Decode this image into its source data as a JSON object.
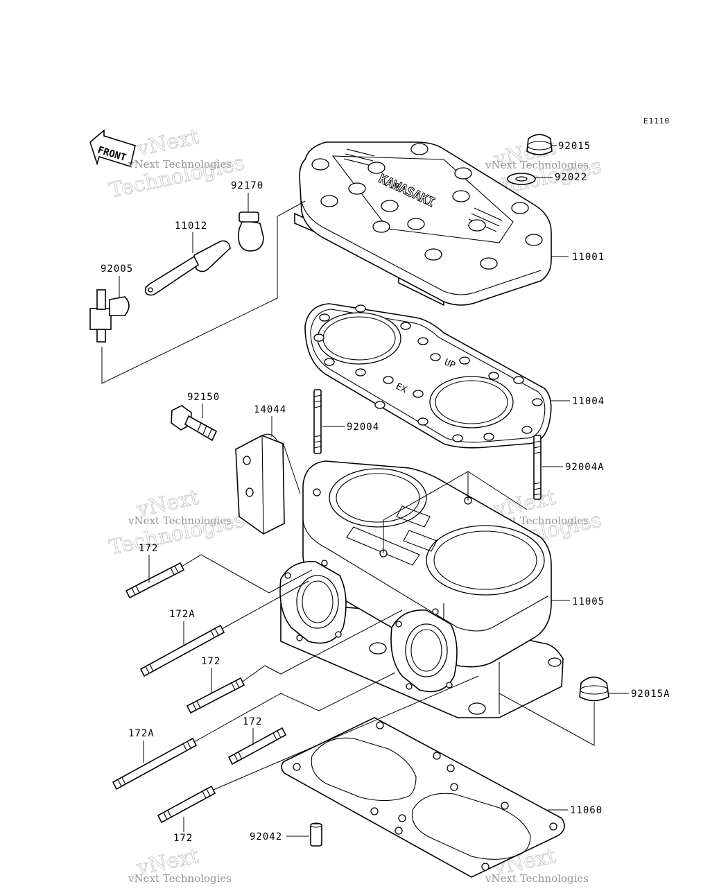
{
  "diagram": {
    "reference_code": "E1110",
    "front_arrow_label": "FRONT",
    "watermark": {
      "line1": "vNext",
      "line2": "vNext Technologies",
      "line3": "Technologies"
    },
    "head_cover_brand": "KAWASAKI",
    "gasket_marks": {
      "up": "UP",
      "ex": "EX"
    },
    "part_labels": {
      "p92015": "92015",
      "p92022": "92022",
      "p92170": "92170",
      "p11012": "11012",
      "p92005": "92005",
      "p11001": "11001",
      "p11004": "11004",
      "p92150": "92150",
      "p14044": "14044",
      "p92004": "92004",
      "p92004A": "92004A",
      "p172_a": "172",
      "p11005": "11005",
      "p172A_a": "172A",
      "p172_b": "172",
      "p92015A": "92015A",
      "p172A_b": "172A",
      "p172_c": "172",
      "p11060": "11060",
      "p92042": "92042",
      "p172_d": "172"
    }
  }
}
